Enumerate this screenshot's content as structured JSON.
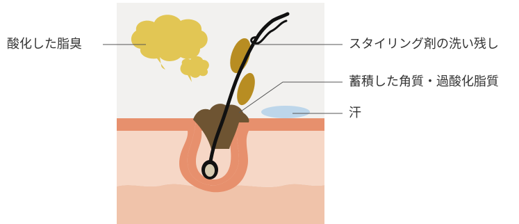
{
  "labels": {
    "left_odor": "酸化した脂臭",
    "styling_residue": "スタイリング剤の洗い残し",
    "keratin_sebum": "蓄積した角質・過酸化脂質",
    "sweat": "汗"
  },
  "colors": {
    "panel_bg": "#f2f1ef",
    "odor_cloud": "#e2c654",
    "residue": "#b88d22",
    "sweat": "#bdd6ea",
    "skin_surface": "#e7906d",
    "skin_inner": "#f6d7c6",
    "skin_deep": "#f0c3aa",
    "sebum_plug": "#6e5432",
    "hair": "#111111",
    "bulb_core": "#d6cab0",
    "leader_line": "#555555",
    "text": "#333333"
  }
}
